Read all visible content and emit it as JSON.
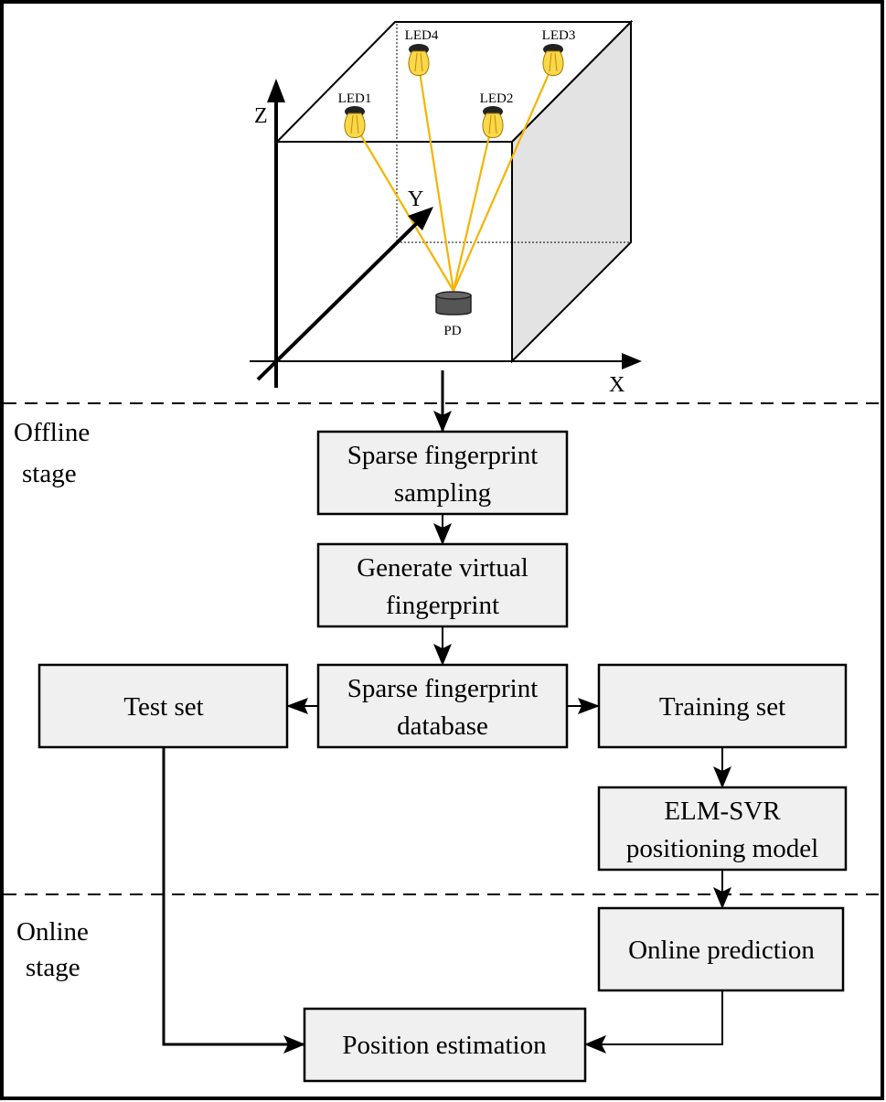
{
  "scene": {
    "axes": {
      "x": "X",
      "y": "Y",
      "z": "Z"
    },
    "leds": [
      {
        "id": "led1",
        "label": "LED1"
      },
      {
        "id": "led2",
        "label": "LED2"
      },
      {
        "id": "led3",
        "label": "LED3"
      },
      {
        "id": "led4",
        "label": "LED4"
      }
    ],
    "receiver": "PD",
    "colors": {
      "ray": "#f5b400",
      "bulb": "#f9d84a",
      "side_wall": "#e3e3e3",
      "pd": "#555555"
    }
  },
  "stages": {
    "offline": [
      "Offline",
      "stage"
    ],
    "online": [
      "Online",
      "stage"
    ]
  },
  "boxes": {
    "sampling": [
      "Sparse fingerprint",
      "sampling"
    ],
    "virtual": [
      "Generate virtual",
      "fingerprint"
    ],
    "database": [
      "Sparse fingerprint",
      "database"
    ],
    "test_set": [
      "Test set"
    ],
    "training_set": [
      "Training set"
    ],
    "model": [
      "ELM-SVR",
      "positioning model"
    ],
    "prediction": [
      "Online prediction"
    ],
    "estimation": [
      "Position estimation"
    ]
  },
  "colors": {
    "box_fill": "#f0f0f0",
    "stroke": "#000000"
  }
}
